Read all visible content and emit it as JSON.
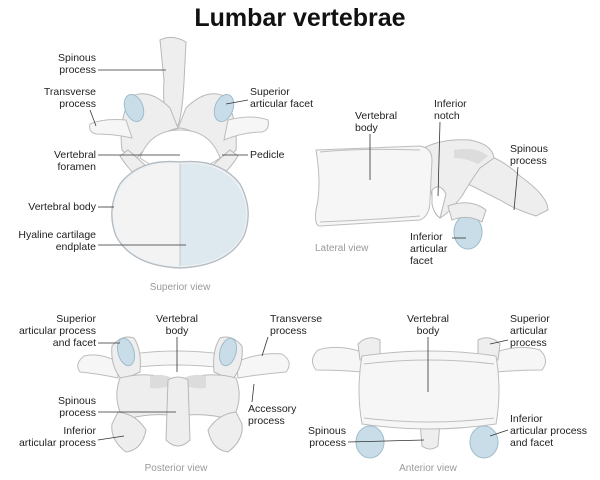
{
  "title": "Lumbar vertebrae",
  "colors": {
    "bone": "#eeeeee",
    "facet": "#c9dde9",
    "cartilage": "#dde8ef",
    "label_line": "#333333",
    "view_caption": "#9a9a9a"
  },
  "superior": {
    "caption": "Superior view",
    "spinous_process": [
      "Spinous",
      "process"
    ],
    "transverse_process": [
      "Transverse",
      "process"
    ],
    "superior_articular_facet": [
      "Superior",
      "articular facet"
    ],
    "vertebral_foramen": [
      "Vertebral",
      "foramen"
    ],
    "pedicle": "Pedicle",
    "vertebral_body": "Vertebral body",
    "hyaline_cartilage": [
      "Hyaline cartilage",
      "endplate"
    ]
  },
  "lateral": {
    "caption": "Lateral view",
    "vertebral_body": [
      "Vertebral",
      "body"
    ],
    "inferior_notch": [
      "Inferior",
      "notch"
    ],
    "spinous_process": [
      "Spinous",
      "process"
    ],
    "inferior_articular_facet": [
      "Inferior",
      "articular",
      "facet"
    ]
  },
  "posterior": {
    "caption": "Posterior view",
    "superior_articular": [
      "Superior",
      "articular process",
      "and facet"
    ],
    "vertebral_body": [
      "Vertebral",
      "body"
    ],
    "transverse_process": [
      "Transverse",
      "process"
    ],
    "spinous_process": [
      "Spinous",
      "process"
    ],
    "inferior_articular_process": [
      "Inferior",
      "articular process"
    ],
    "accessory_process": [
      "Accessory",
      "process"
    ]
  },
  "anterior": {
    "caption": "Anterior view",
    "vertebral_body": [
      "Vertebral",
      "body"
    ],
    "superior_articular_process": [
      "Superior",
      "articular",
      "process"
    ],
    "spinous_process": [
      "Spinous",
      "process"
    ],
    "inferior_articular": [
      "Inferior",
      "articular process",
      "and facet"
    ]
  }
}
